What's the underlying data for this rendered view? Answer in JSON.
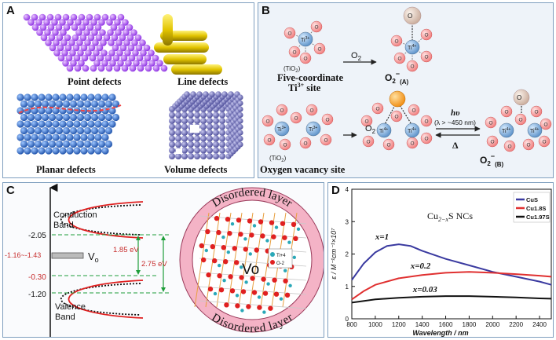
{
  "panelA": {
    "label": "A",
    "captions": [
      "Point defects",
      "Line defects",
      "Planar defects",
      "Volume defects"
    ]
  },
  "panelB": {
    "label": "B",
    "o2": "O",
    "o2_sub": "2",
    "tio2": "(TiO",
    "tio2_sub": "2",
    "tio2_end": ")",
    "ti3": "Ti",
    "ti3_sup": "3+",
    "ti4": "Ti",
    "ti4_sup": "4+",
    "o_atom": "O",
    "five_coord_line1": "Five-coordinate",
    "five_coord_line2": "Ti",
    "five_coord_sup": "3+",
    "five_coord_end": " site",
    "superoxide": "O",
    "superoxide_sub2": "2",
    "superoxide_sup": "−",
    "superoxide_a": "(A)",
    "superoxide_b": "(B)",
    "vacancy_site": "Oxygen vacancy site",
    "hv": "hυ",
    "lambda": "(λ > ~450 nm)",
    "delta": "Δ"
  },
  "panelC": {
    "label": "C",
    "conduction_line1": "Conduction",
    "conduction_line2": "Band",
    "valence_line1": "Valence",
    "valence_line2": "Band",
    "levels": [
      "-2.05",
      "-1.16~-1.43",
      "-0.30",
      "-1.20"
    ],
    "vo": "V",
    "vo_sub": "o",
    "gap1": "1.85 eV",
    "gap2": "2.75 eV",
    "disordered": "Disordered layer",
    "vo_center": "Vo",
    "legend": [
      "Ti+4",
      "O-2"
    ],
    "colors": {
      "ti": "#2aa8b8",
      "o": "#e02020",
      "ring": "#f2a9bf",
      "dash": "#1e9e3a",
      "gap_text": "#c72c2c"
    }
  },
  "panelD": {
    "label": "D",
    "title": "Cu",
    "title_sub": "2−x",
    "title_end": "S NCs",
    "annotations": [
      "x=1",
      "x=0.2",
      "x=0.03"
    ],
    "legend": [
      {
        "name": "CuS",
        "color": "#3a3aa0"
      },
      {
        "name": "Cu1.8S",
        "color": "#e03030"
      },
      {
        "name": "Cu1.97S",
        "color": "#111111"
      }
    ]
  },
  "chart_data": {
    "type": "line",
    "title": "Cu2−xS NCs",
    "xlabel": "Wavelength / nm",
    "ylabel": "ε / M⁻¹cm⁻¹×10⁷",
    "xlim": [
      800,
      2500
    ],
    "ylim": [
      0,
      4
    ],
    "xticks": [
      800,
      1000,
      1200,
      1400,
      1600,
      1800,
      2000,
      2200,
      2400
    ],
    "yticks": [
      0,
      1,
      2,
      3,
      4
    ],
    "legend_position": "top-right",
    "series": [
      {
        "name": "CuS",
        "color": "#3a3aa0",
        "x": [
          800,
          900,
          1000,
          1100,
          1200,
          1300,
          1400,
          1600,
          1800,
          2000,
          2200,
          2400,
          2500
        ],
        "y": [
          1.2,
          1.7,
          2.05,
          2.25,
          2.3,
          2.25,
          2.1,
          1.85,
          1.65,
          1.45,
          1.3,
          1.15,
          1.05
        ]
      },
      {
        "name": "Cu1.8S",
        "color": "#e03030",
        "x": [
          800,
          900,
          1000,
          1200,
          1400,
          1600,
          1800,
          2000,
          2200,
          2400,
          2500
        ],
        "y": [
          0.6,
          0.85,
          1.05,
          1.25,
          1.35,
          1.42,
          1.45,
          1.42,
          1.38,
          1.33,
          1.3
        ]
      },
      {
        "name": "Cu1.97S",
        "color": "#111111",
        "x": [
          800,
          1000,
          1200,
          1400,
          1600,
          1800,
          2000,
          2200,
          2400,
          2500
        ],
        "y": [
          0.5,
          0.6,
          0.65,
          0.68,
          0.7,
          0.7,
          0.68,
          0.66,
          0.63,
          0.62
        ]
      }
    ],
    "annotations": [
      {
        "text": "x=1",
        "x": 1000,
        "y": 2.45
      },
      {
        "text": "x=0.2",
        "x": 1300,
        "y": 1.55
      },
      {
        "text": "x=0.03",
        "x": 1320,
        "y": 0.82
      }
    ]
  }
}
